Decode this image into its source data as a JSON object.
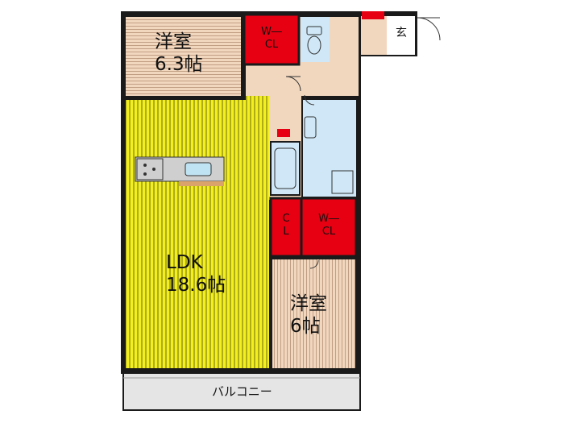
{
  "floorplan": {
    "rooms": {
      "western_room_north": {
        "name": "洋室",
        "size": "6.3帖",
        "floor_color": "#f2d7bf"
      },
      "ldk": {
        "name": "LDK",
        "size": "18.6帖",
        "floor_color": "#f3ef1f"
      },
      "western_room_south": {
        "name": "洋室",
        "size": "6帖",
        "floor_color": "#f2d7bf"
      },
      "entrance": {
        "name": "玄"
      },
      "balcony": {
        "name": "バルコニー"
      },
      "walk_in_closet_north": {
        "line1": "W―",
        "line2": "CL"
      },
      "walk_in_closet_south": {
        "line1": "W―",
        "line2": "CL"
      },
      "closet": {
        "line1": "C",
        "line2": "L"
      }
    },
    "colors": {
      "wall": "#1a1a1a",
      "closet": "#e60012",
      "wet_area": "#cfe7f6",
      "hall": "#f2d7bf",
      "balcony": "#e5e5e5",
      "kitchen_counter": "#cfcfcf",
      "kitchen_sink": "#bfe3f2"
    }
  }
}
